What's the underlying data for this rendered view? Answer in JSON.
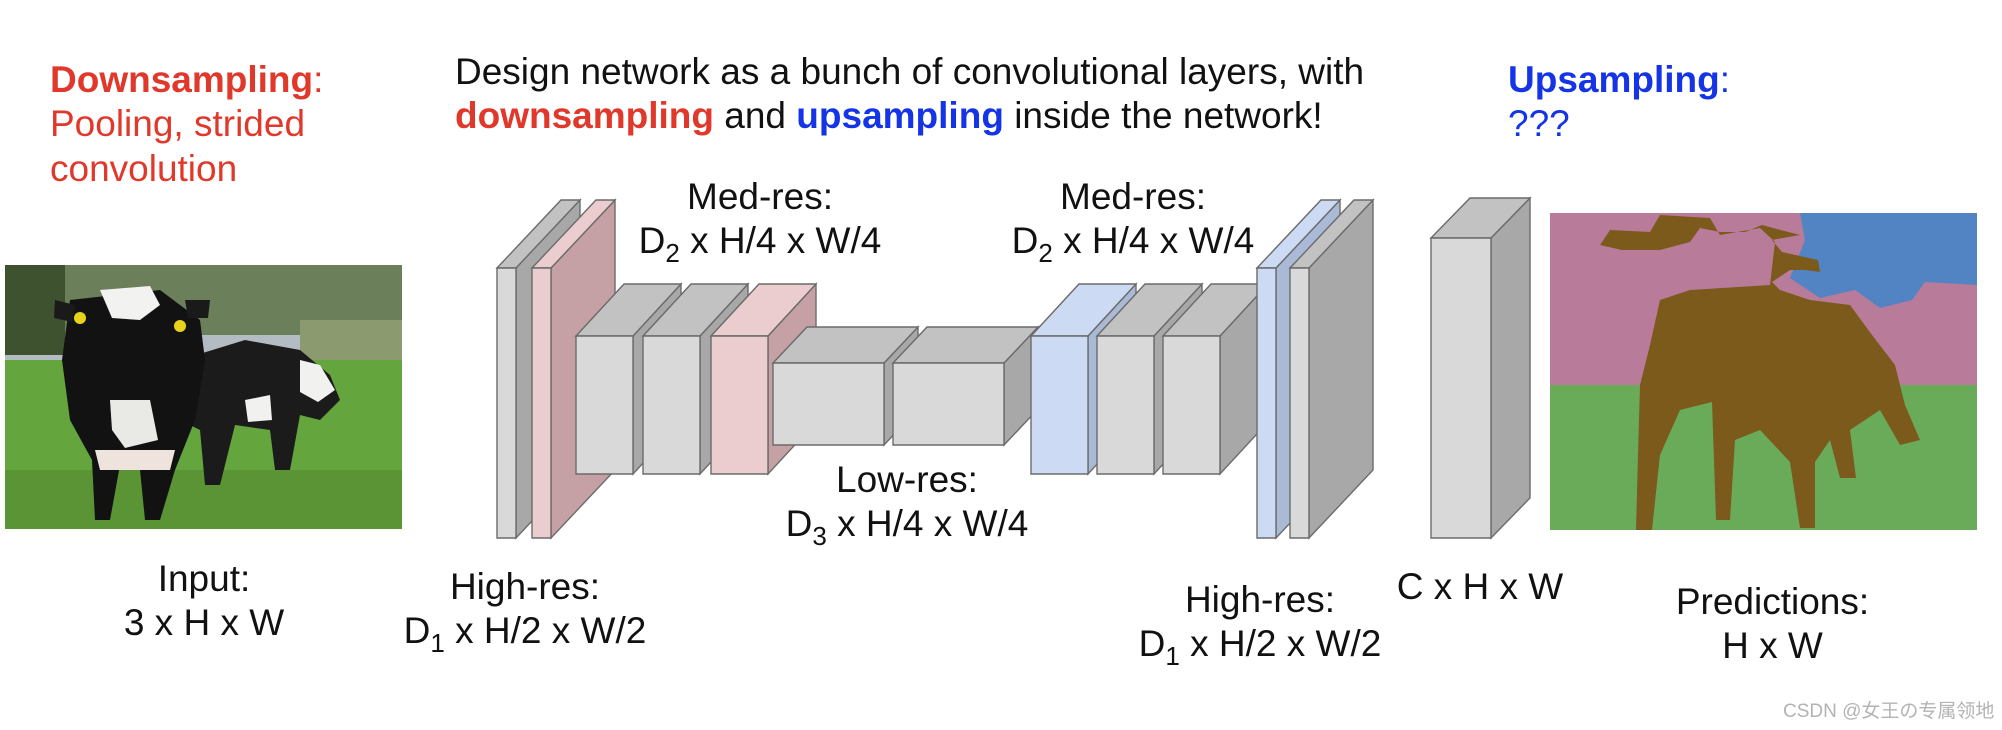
{
  "downsampling": {
    "title": "Downsampling",
    "colon": ":",
    "line1": "Pooling, strided",
    "line2": "convolution"
  },
  "description": {
    "line1": "Design network as a bunch of convolutional layers, with",
    "down_word": "downsampling",
    "and_word": "and",
    "up_word": "upsampling",
    "tail": "inside the network!"
  },
  "upsampling": {
    "title": "Upsampling",
    "colon": ":",
    "body": "???"
  },
  "labels": {
    "input": {
      "line1": "Input:",
      "line2": "3 x H x W"
    },
    "high_res_left": {
      "line1": "High-res:",
      "prefix": "D",
      "sub": "1",
      "suffix": " x H/2 x W/2"
    },
    "med_res_left": {
      "line1": "Med-res:",
      "prefix": "D",
      "sub": "2",
      "suffix": " x H/4 x W/4"
    },
    "low_res": {
      "line1": "Low-res:",
      "prefix": "D",
      "sub": "3",
      "suffix": " x H/4 x W/4"
    },
    "med_res_right": {
      "line1": "Med-res:",
      "prefix": "D",
      "sub": "2",
      "suffix": " x H/4 x W/4"
    },
    "high_res_right": {
      "line1": "High-res:",
      "prefix": "D",
      "sub": "1",
      "suffix": " x H/2 x W/2"
    },
    "output_volume": {
      "line1": "C x H x W"
    },
    "predictions": {
      "line1": "Predictions:",
      "line2": "H x W"
    }
  },
  "watermark": "CSDN @女王の专属领地",
  "colors": {
    "gray_face": "#d9d9d9",
    "gray_top": "#c2c2c2",
    "gray_side": "#a8a8a8",
    "pink_face": "#ebcdcf",
    "pink_side": "#c5a0a4",
    "blue_face": "#ccdaf3",
    "blue_side": "#a9b9d6",
    "seg_pink": "#b97b9a",
    "seg_blue": "#5284c4",
    "seg_green": "#6aab5a",
    "seg_brown": "#7b5a1c",
    "text_red": "#e0382a",
    "text_blue": "#1534e6"
  }
}
